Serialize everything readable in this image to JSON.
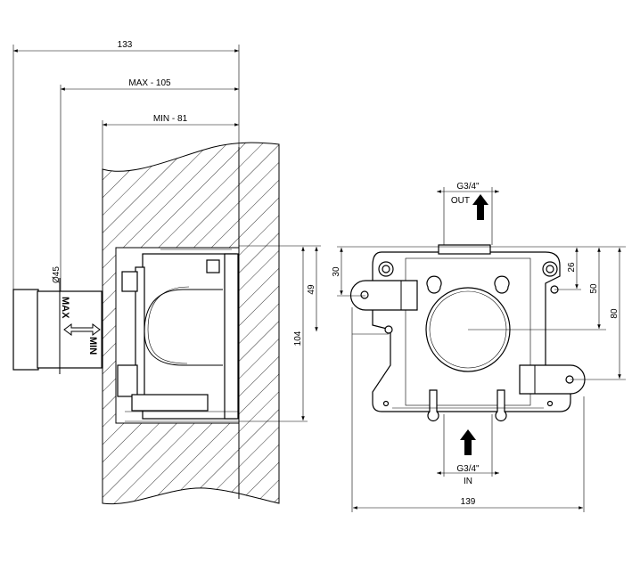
{
  "side_view": {
    "dim_overall": "133",
    "dim_max": "MAX - 105",
    "dim_min": "MIN - 81",
    "dim_diameter": "Ø45",
    "label_max": "MAX",
    "label_min": "MIN",
    "dim_height": "104",
    "dim_center": "49"
  },
  "front_view": {
    "outlet_size": "G3/4\"",
    "outlet_label": "OUT",
    "inlet_size": "G3/4\"",
    "inlet_label": "IN",
    "dim_left_hole": "30",
    "dim_right_hole": "26",
    "dim_center": "50",
    "dim_right_bracket": "80",
    "dim_width": "139"
  }
}
